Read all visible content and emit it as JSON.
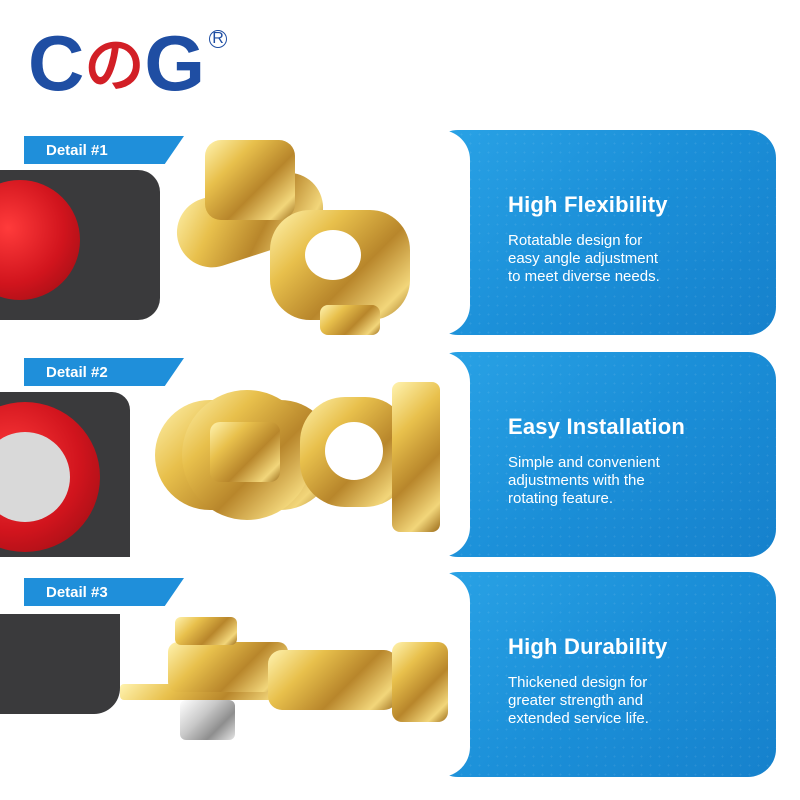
{
  "brand": {
    "logo_left": "C",
    "logo_middle": "の",
    "logo_right": "G",
    "registered_mark": "R",
    "colors": {
      "blue": "#1f4ea3",
      "red": "#d21f26"
    }
  },
  "panels": [
    {
      "badge": "Detail #1",
      "title": "High Flexibility",
      "description": "Rotatable design for\neasy angle adjustment\nto meet diverse needs."
    },
    {
      "badge": "Detail #2",
      "title": "Easy Installation",
      "description": "Simple and convenient\nadjustments with the\nrotating feature."
    },
    {
      "badge": "Detail #3",
      "title": "High Durability",
      "description": "Thickened design for\ngreater strength and\nextended service life."
    }
  ],
  "accent_color": "#1b8fd8"
}
